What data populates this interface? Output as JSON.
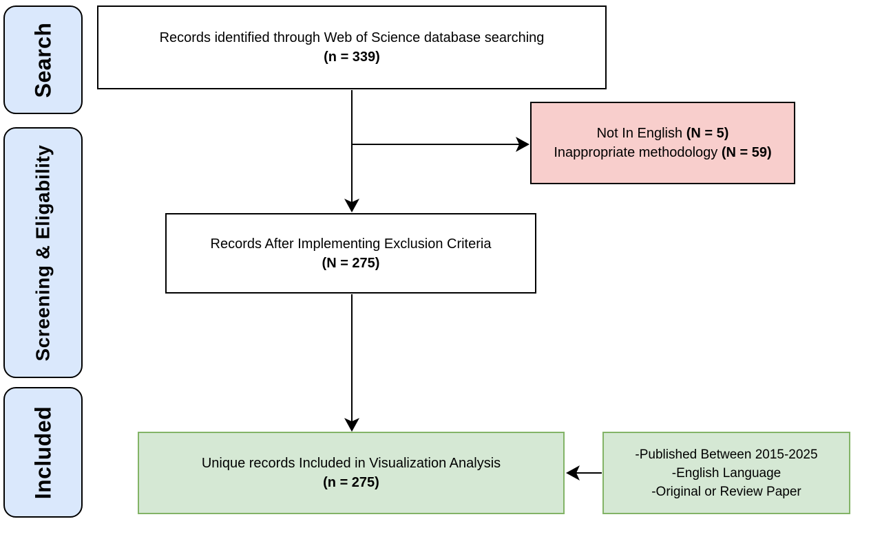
{
  "sidebar": {
    "stages": [
      {
        "label": "Search"
      },
      {
        "label": "Screening & Eligability"
      },
      {
        "label": "Included"
      }
    ]
  },
  "flow": {
    "identified": {
      "text": "Records identified through Web of Science database searching",
      "count": "(n = 339)"
    },
    "excluded": {
      "lines": [
        {
          "text": "Not In English ",
          "count": "(N = 5)"
        },
        {
          "text": "Inappropriate methodology ",
          "count": "(N = 59)"
        }
      ]
    },
    "after_exclusion": {
      "text": "Records After Implementing Exclusion Criteria",
      "count": "(N = 275)"
    },
    "included": {
      "text": "Unique records Included in Visualization Analysis",
      "count": "(n = 275)"
    },
    "criteria": {
      "lines": [
        "-Published Between 2015-2025",
        "-English Language",
        "-Original or Review Paper"
      ]
    }
  },
  "colors": {
    "stage_fill": "#dae8fc",
    "stage_border": "#000000",
    "box_fill": "#ffffff",
    "box_border": "#000000",
    "excluded_fill": "#f8cecc",
    "excluded_border": "#000000",
    "included_fill": "#d5e8d4",
    "included_border": "#82b366",
    "arrow": "#000000"
  }
}
